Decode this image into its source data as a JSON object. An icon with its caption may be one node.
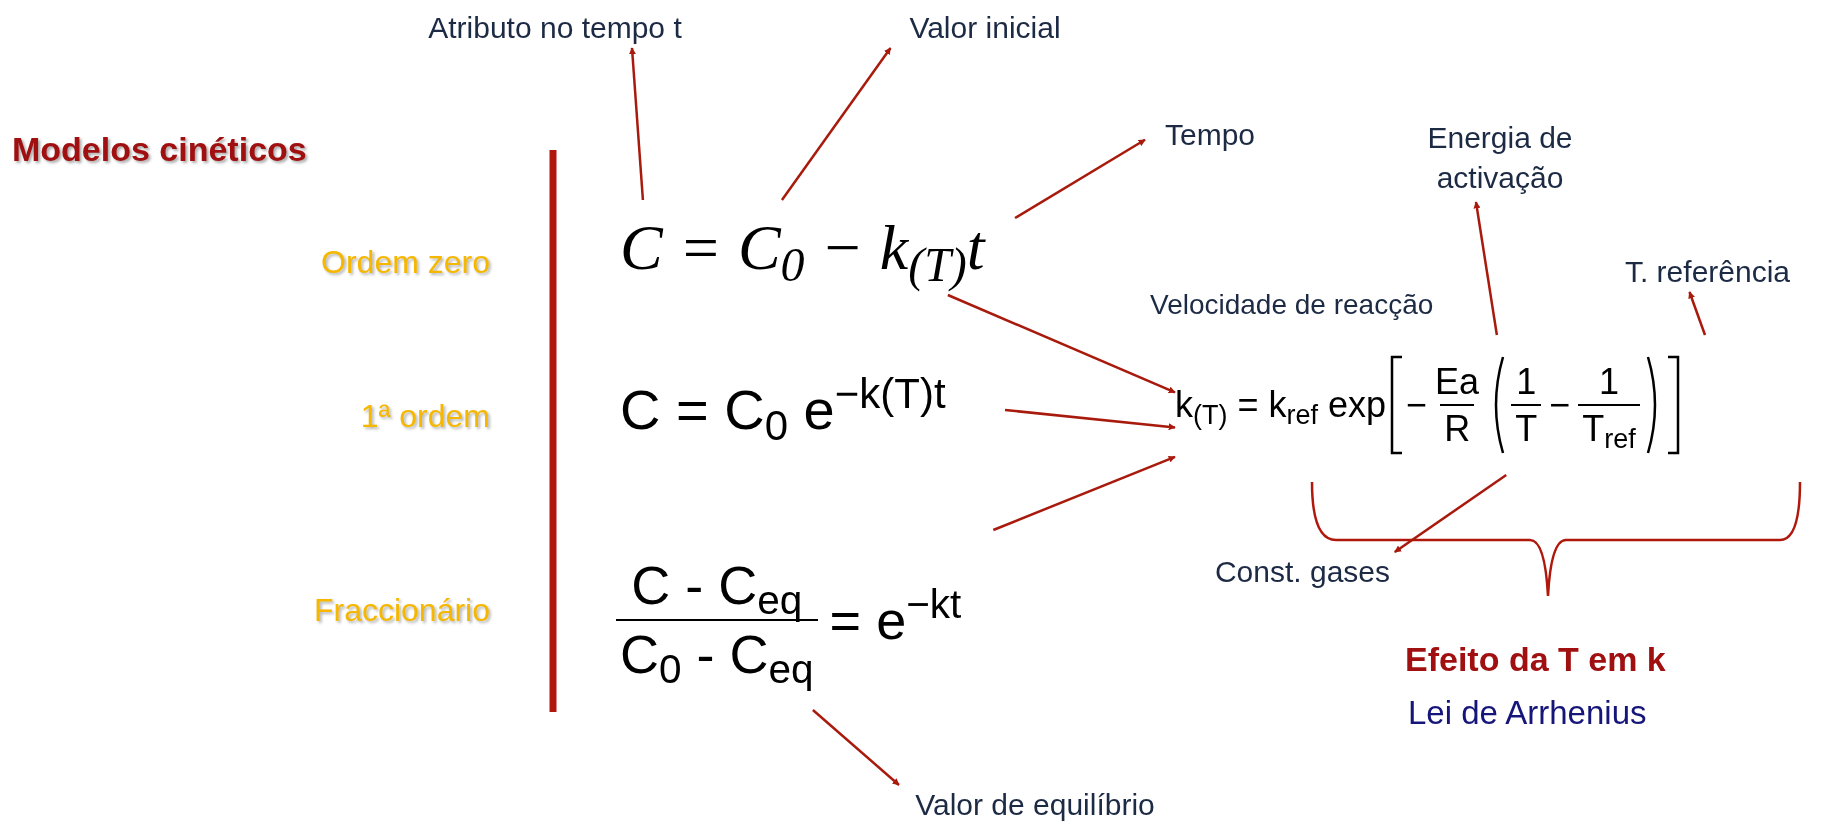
{
  "diagram": {
    "nodes": [
      {
        "text": [
          "Atributo no tempo t"
        ]
      },
      {
        "text": [
          "Valor inicial"
        ]
      },
      {
        "text": [
          "Tempo"
        ]
      },
      {
        "text": [
          "Energia de activação"
        ]
      },
      {
        "text": [
          "T. referência"
        ]
      },
      {
        "text": [
          "C = C$_{0}$ − k$_{(T)}$t"
        ]
      },
      {
        "text": [
          "C = C$_{0}$ e$^{−k(T)t}$"
        ]
      },
      {
        "text": [
          "k$_{(T)}$ = k$_{ref}$ exp",
          "−",
          "Ea",
          "R",
          "1",
          "T",
          "−",
          "1",
          "T$_{ref}$"
        ]
      },
      {
        "text": [
          "Const. gases"
        ]
      },
      {
        "text": [
          "C - C$_{eq}$",
          "C$_{0}$ - C$_{eq}$",
          "= e$^{−kt}$"
        ]
      },
      {
        "text": [
          "Valor de equilíbrio"
        ]
      }
    ],
    "edges": [
      {
        "from": 5,
        "to": 0,
        "arrow": "to"
      },
      {
        "from": 5,
        "to": 1,
        "arrow": "to"
      },
      {
        "from": 5,
        "to": 2,
        "arrow": "to"
      },
      {
        "from": 5,
        "to": 7,
        "arrow": "to"
      },
      {
        "from": 6,
        "to": 7,
        "arrow": "to"
      },
      {
        "from": 9,
        "to": 7,
        "arrow": "to"
      },
      {
        "from": 9,
        "to": 10,
        "arrow": "to"
      },
      {
        "from": 7,
        "to": 3,
        "arrow": "to"
      },
      {
        "from": 7,
        "to": 4,
        "arrow": "to"
      },
      {
        "from": 7,
        "to": 8,
        "arrow": "to"
      }
    ],
    "labels": [
      "Modelos cinéticos",
      "Ordem zero",
      "1ª ordem",
      "Fraccionário",
      "Velocidade de reacção",
      "Efeito da T em k",
      "Lei de Arrhenius"
    ]
  }
}
